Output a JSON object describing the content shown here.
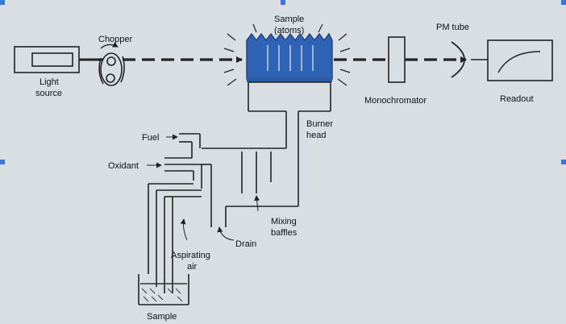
{
  "labels": {
    "light_source_1": "Light",
    "light_source_2": "source",
    "chopper": "Chopper",
    "sample_atoms_1": "Sample",
    "sample_atoms_2": "(atoms)",
    "pm_tube": "PM tube",
    "monochromator": "Monochromator",
    "readout": "Readout",
    "burner_head_1": "Burner",
    "burner_head_2": "head",
    "fuel": "Fuel",
    "oxidant": "Oxidant",
    "mixing_baffles_1": "Mixing",
    "mixing_baffles_2": "baffles",
    "drain": "Drain",
    "aspirating_air_1": "Aspirating",
    "aspirating_air_2": "air",
    "sample": "Sample"
  },
  "colors": {
    "flame": "#2e63b5",
    "flame_base": "#1c3f78",
    "line": "#222222",
    "background": "#d9dee3",
    "selection_handle": "#3a76d6"
  }
}
